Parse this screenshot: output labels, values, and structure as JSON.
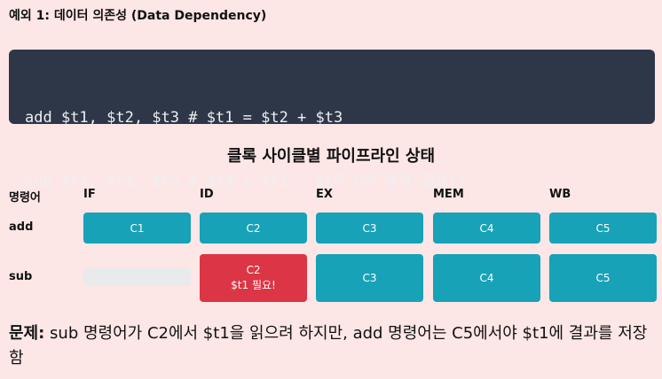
{
  "heading": "예외 1: 데이터 의존성 (Data Dependency)",
  "code_lines": [
    "add $t1, $t2, $t3 # $t1 = $t2 + $t3",
    "sub $t4, $t1, $t5 # $t4 = $t1 - $t5 (위 결과 필요!)"
  ],
  "pipeline": {
    "title": "클록 사이클별 파이프라인 상태",
    "headers": [
      "명령어",
      "IF",
      "ID",
      "EX",
      "MEM",
      "WB"
    ],
    "rows": [
      {
        "label": "add",
        "cells": [
          {
            "text": "C1",
            "sub": "",
            "state": "normal"
          },
          {
            "text": "C2",
            "sub": "",
            "state": "normal"
          },
          {
            "text": "C3",
            "sub": "",
            "state": "normal"
          },
          {
            "text": "C4",
            "sub": "",
            "state": "normal"
          },
          {
            "text": "C5",
            "sub": "",
            "state": "normal"
          }
        ]
      },
      {
        "label": "sub",
        "cells": [
          {
            "text": "",
            "sub": "",
            "state": "empty"
          },
          {
            "text": "C2",
            "sub": "$t1 필요!",
            "state": "stall"
          },
          {
            "text": "C3",
            "sub": "",
            "state": "normal"
          },
          {
            "text": "C4",
            "sub": "",
            "state": "normal"
          },
          {
            "text": "C5",
            "sub": "",
            "state": "normal"
          }
        ]
      }
    ]
  },
  "problem": {
    "label": "문제:",
    "text": " sub 명령어가 C2에서 $t1을 읽으려 하지만, add 명령어는 C5에서야 $t1에 결과를 저장함"
  },
  "colors": {
    "background": "#fde6e6",
    "code_bg": "#2d3748",
    "stage": "#17a2b8",
    "stall": "#dc3545",
    "empty": "#e9eaec"
  }
}
